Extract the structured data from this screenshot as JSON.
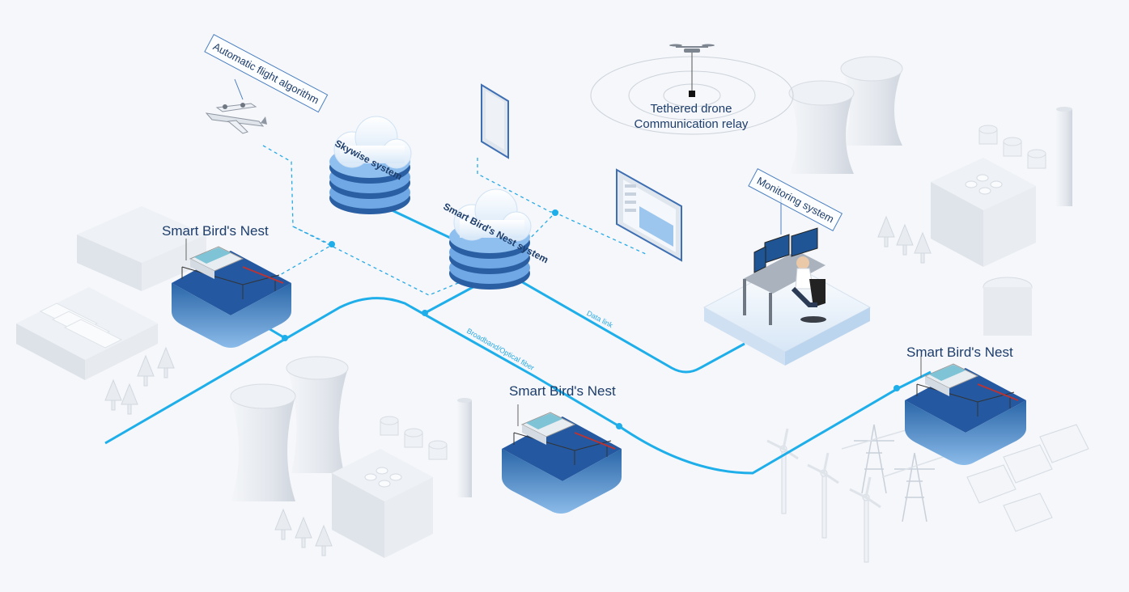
{
  "labels": {
    "nest_left": "Smart Bird's Nest",
    "nest_center": "Smart Bird's Nest",
    "nest_right": "Smart Bird's Nest",
    "tethered": "Tethered drone",
    "relay": "Communication relay",
    "skywise": "Skywise system",
    "nest_system": "Smart Bird's Nest system",
    "flight_algo": "Automatic flight algorithm",
    "monitoring": "Monitoring system",
    "data_link": "Data link",
    "broadband": "Broadband/Optical fiber"
  },
  "colors": {
    "link_line": "#1eaeea",
    "label_text": "#1d3d6b",
    "nest_base_dark": "#1f5594",
    "nest_base_light": "#9cc6ee",
    "background": "#f5f7fa",
    "building": "#e4e8ee"
  }
}
